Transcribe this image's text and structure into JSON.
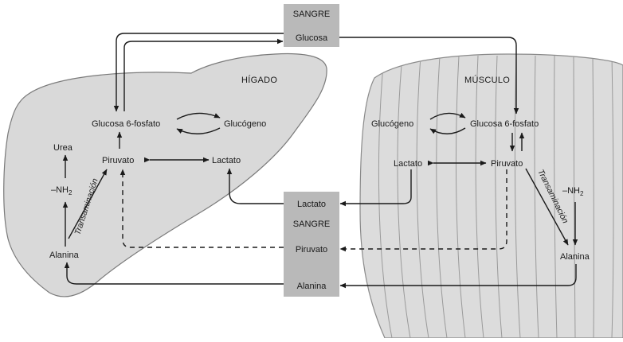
{
  "blood_top": {
    "header": "SANGRE",
    "item": "Glucosa"
  },
  "liver": {
    "title": "HÍGADO",
    "glucose6p": "Glucosa 6-fosfato",
    "glycogen": "Glucógeno",
    "pyruvate": "Piruvato",
    "lactate": "Lactato",
    "urea": "Urea",
    "amino": "–NH",
    "amino_sub": "2",
    "transamination": "Transaminación",
    "alanine": "Alanina"
  },
  "muscle": {
    "title": "MÚSCULO",
    "glycogen": "Glucógeno",
    "glucose6p": "Glucosa 6-fosfato",
    "lactate": "Lactato",
    "pyruvate": "Piruvato",
    "transamination": "Transaminación",
    "amino": "–NH",
    "amino_sub": "2",
    "alanine": "Alanina"
  },
  "blood_bottom": {
    "lactate": "Lactato",
    "header": "SANGRE",
    "pyruvate": "Piruvato",
    "alanine": "Alanina"
  },
  "colors": {
    "organ_fill": "#d9d9d9",
    "blood_box": "#b9b9b9",
    "stroke": "#1a1a1a"
  }
}
